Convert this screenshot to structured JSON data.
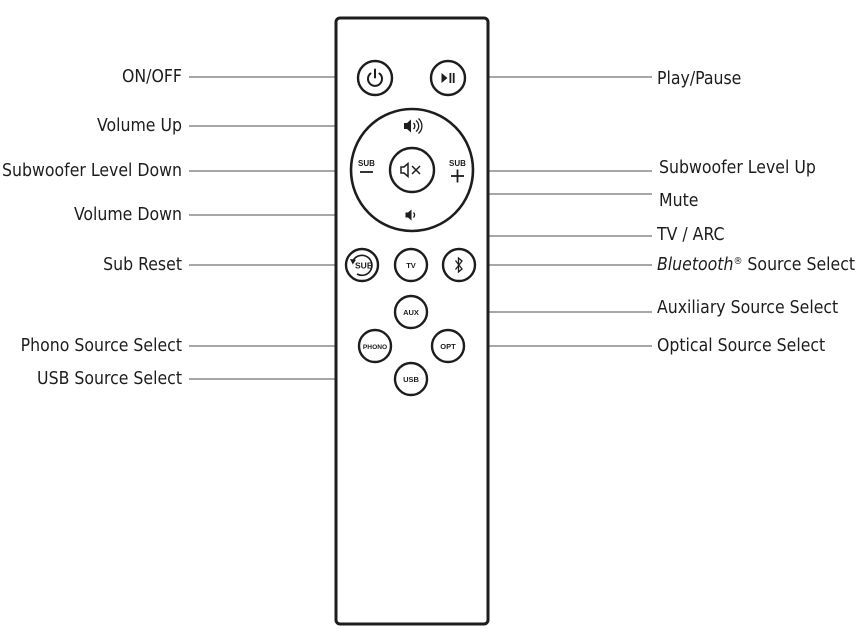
{
  "labels": {
    "on_off": "ON/OFF",
    "volume_up": "Volume Up",
    "subwoofer_level_down": "Subwoofer Level Down",
    "volume_down": "Volume Down",
    "sub_reset": "Sub Reset",
    "phono_source_select": "Phono Source Select",
    "usb_source_select": "USB Source Select",
    "play_pause": "Play/Pause",
    "subwoofer_level_up": "Subwoofer Level Up",
    "mute": "Mute",
    "tv_arc": "TV / ARC",
    "bluetooth_word": "Bluetooth",
    "registered_mark": "®",
    "bluetooth_rest": " Source Select",
    "auxiliary_source_select": "Auxiliary Source Select",
    "optical_source_select": "Optical Source Select"
  },
  "buttons": {
    "sub_minus_text": "SUB",
    "sub_plus_text": "SUB",
    "sub_reset_text": "SUB",
    "tv_text": "TV",
    "aux_text": "AUX",
    "phono_text": "PHONO",
    "opt_text": "OPT",
    "usb_text": "USB"
  },
  "icons": {
    "power": "power-icon",
    "play_pause": "play-pause-icon",
    "volume_up": "speaker-loud-icon",
    "volume_down": "speaker-quiet-icon",
    "mute": "mute-icon",
    "bluetooth": "bluetooth-icon",
    "reset": "circular-arrow-icon"
  },
  "colors": {
    "ink": "#1d1d1d",
    "leader": "#8a8a8a",
    "background": "#ffffff"
  }
}
